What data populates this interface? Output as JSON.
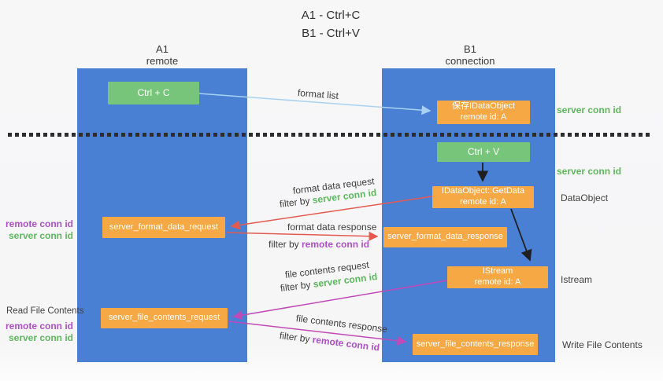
{
  "title": {
    "line1": "A1 - Ctrl+C",
    "line2": "B1 - Ctrl+V"
  },
  "lanes": {
    "left": {
      "name": "A1",
      "role": "remote"
    },
    "right": {
      "name": "B1",
      "role": "connection"
    }
  },
  "nodes": {
    "ctrl_c": "Ctrl + C",
    "ctrl_v": "Ctrl + V",
    "save_idataobject": {
      "line1": "保存IDataObject",
      "line2": "remote id: A"
    },
    "getdata": {
      "line1": "IDataObject::GetData",
      "line2": "remote id: A"
    },
    "istream": {
      "line1": "IStream",
      "line2": "remote id: A"
    },
    "format_request": "server_format_data_request",
    "format_response": "server_format_data_response",
    "file_request": "server_file_contents_request",
    "file_response": "server_file_contents_response"
  },
  "edge_labels": {
    "format_list": "format list",
    "format_data_request": "format data request",
    "filter_server_1": {
      "prefix": "filter by ",
      "value": "server conn id"
    },
    "format_data_response": "format data response",
    "filter_remote_1": {
      "prefix": "filter by ",
      "value": "remote conn id"
    },
    "file_contents_request": "file contents request",
    "filter_server_2": {
      "prefix": "filter by ",
      "value": "server conn id"
    },
    "file_contents_response": "file contents response",
    "filter_remote_2": {
      "prefix": "filter by ",
      "value": "remote conn id"
    }
  },
  "side_labels": {
    "server_conn_top": "server conn id",
    "server_conn_mid": "server conn id",
    "dataobject": "DataObject",
    "istream": "Istream",
    "write_file_contents": "Write File Contents",
    "read_file_contents": "Read File Contents",
    "left_remote_1": "remote conn id",
    "left_server_1": "server conn id",
    "left_remote_2": "remote conn id",
    "left_server_2": "server conn id"
  },
  "colors": {
    "lane_blue": "#4A80D4",
    "node_green": "#77C57B",
    "node_orange": "#F6A844",
    "arrow_light_blue": "#A9D2F2",
    "arrow_red": "#E55A4E",
    "arrow_magenta": "#C149B8",
    "arrow_black": "#1f1f1f",
    "text_green": "#5CB85C",
    "text_purple": "#AE4FC5",
    "divider": "#2d2d2d",
    "background": "#f7f7f8"
  }
}
